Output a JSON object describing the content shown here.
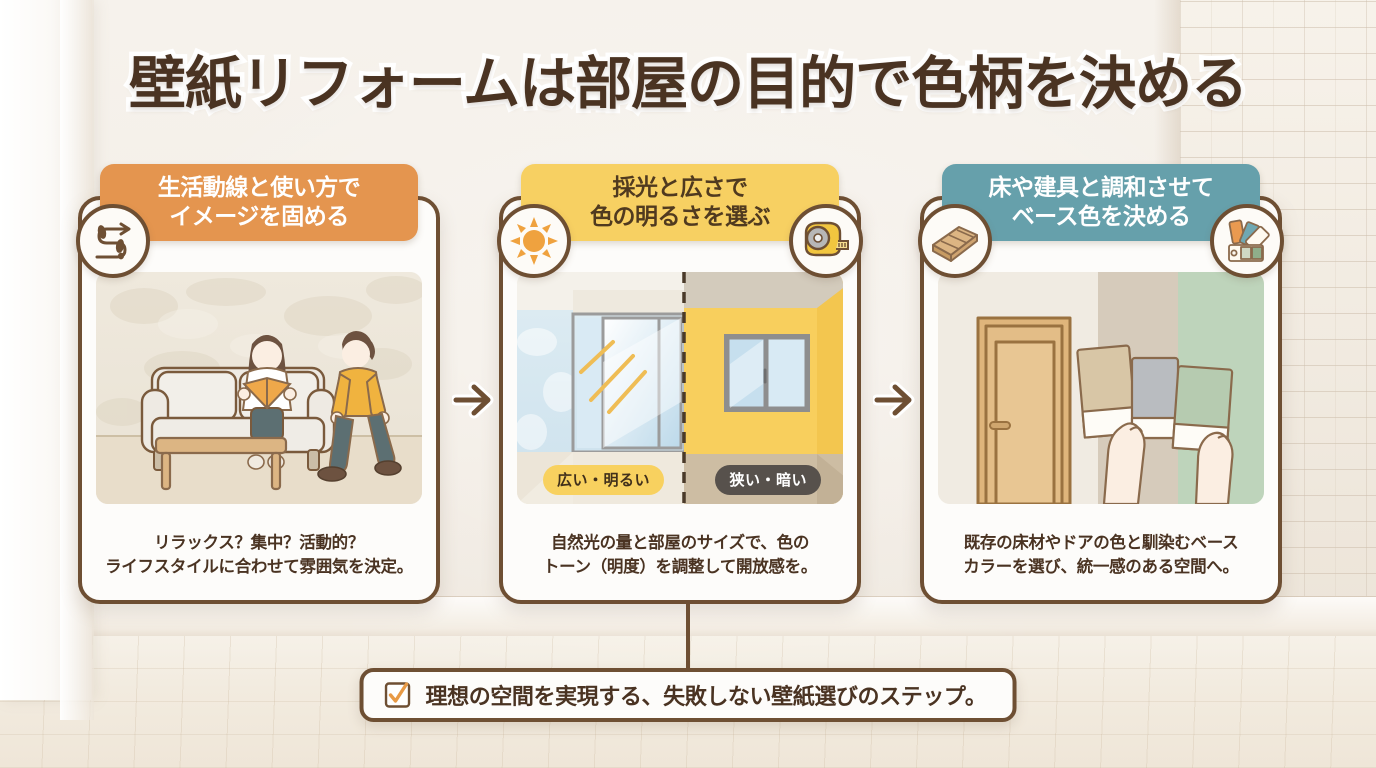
{
  "page": {
    "title": "壁紙リフォームは部屋の目的で色柄を決める",
    "background_description": "room-photo-light-wood-floor-white-brick-wall"
  },
  "colors": {
    "title_text": "#4a3322",
    "title_outline": "#ffffff",
    "card_border": "#6e4f33",
    "card_bg": "#fdfcfa",
    "header_1": "#e4954f",
    "header_2": "#f7d062",
    "header_3": "#66a0ab",
    "caption_text": "#4a3322",
    "pill_light_bg": "#f8d15f",
    "pill_dark_bg": "#57514c",
    "accent_orange": "#e89a46"
  },
  "cards": [
    {
      "index": 1,
      "header_line1": "生活動線と使い方で",
      "header_line2": "イメージを固める",
      "caption_line1": "リラックス？集中？活動的？",
      "caption_line2": "ライフスタイルに合わせて雰囲気を決定。",
      "badge_left_icon": "footprints-path-icon",
      "illustration": "living-room-sofa-person-reading-person-walking"
    },
    {
      "index": 2,
      "header_line1": "採光と広さで",
      "header_line2": "色の明るさを選ぶ",
      "caption_line1": "自然光の量と部屋のサイズで、色の",
      "caption_line2": "トーン（明度）を調整して開放感を。",
      "badge_left_icon": "sun-icon",
      "badge_right_icon": "tape-measure-icon",
      "illustration": "split-room-bright-vs-dark-comparison",
      "pill_light": "広い・明るい",
      "pill_dark": "狭い・暗い"
    },
    {
      "index": 3,
      "header_line1": "床や建具と調和させて",
      "header_line2": "ベース色を決める",
      "caption_line1": "既存の床材やドアの色と馴染むベース",
      "caption_line2": "カラーを選び、統一感のある空間へ。",
      "badge_left_icon": "wood-flooring-icon",
      "badge_right_icon": "color-fan-swatch-icon",
      "illustration": "wooden-door-with-hands-holding-three-color-swatches"
    }
  ],
  "banner": {
    "icon": "checkbox-checked-icon",
    "text": "理想の空間を実現する、失敗しない壁紙選びのステップ。"
  },
  "arrows": {
    "icon": "arrow-right-icon",
    "count": 2
  }
}
